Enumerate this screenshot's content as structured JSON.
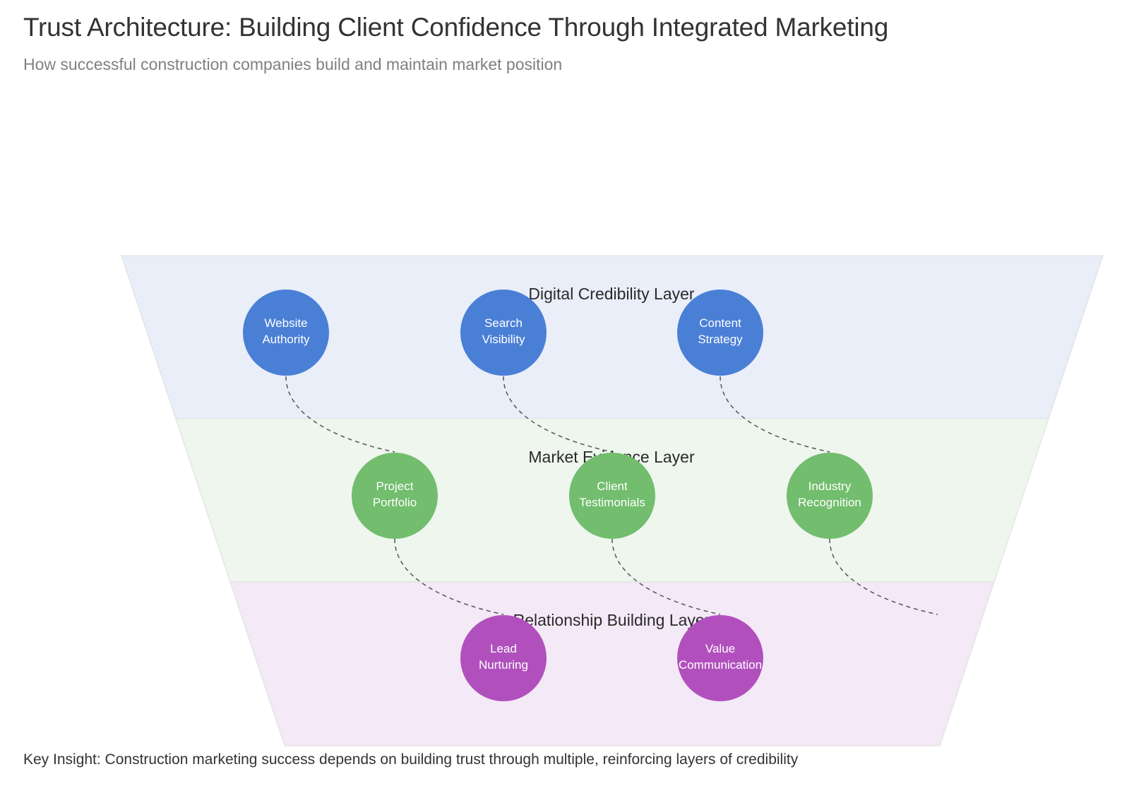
{
  "title": "Trust Architecture: Building Client Confidence Through Integrated Marketing",
  "subtitle": "How successful construction companies build and maintain market position",
  "footer": "Key Insight: Construction marketing success depends on building trust through multiple, reinforcing layers of credibility",
  "layers": [
    {
      "label": "Digital Credibility Layer",
      "fill": "#e9eef9",
      "node_color": "#4a7fd6",
      "nodes": [
        {
          "line1": "Website",
          "line2": "Authority"
        },
        {
          "line1": "Search",
          "line2": "Visibility"
        },
        {
          "line1": "Content",
          "line2": "Strategy"
        }
      ]
    },
    {
      "label": "Market Evidence Layer",
      "fill": "#eef6ee",
      "node_color": "#72bd6e",
      "nodes": [
        {
          "line1": "Project",
          "line2": "Portfolio"
        },
        {
          "line1": "Client",
          "line2": "Testimonials"
        },
        {
          "line1": "Industry",
          "line2": "Recognition"
        }
      ]
    },
    {
      "label": "Relationship Building Layer",
      "fill": "#f4e9f6",
      "node_color": "#b150bd",
      "nodes": [
        {
          "line1": "Lead",
          "line2": "Nurturing"
        },
        {
          "line1": "Value",
          "line2": "Communication"
        }
      ]
    }
  ],
  "connections": [
    {
      "from": "Website Authority",
      "to": "Project Portfolio"
    },
    {
      "from": "Search Visibility",
      "to": "Client Testimonials"
    },
    {
      "from": "Content Strategy",
      "to": "Industry Recognition"
    },
    {
      "from": "Project Portfolio",
      "to": "Lead Nurturing"
    },
    {
      "from": "Client Testimonials",
      "to": "Value Communication"
    },
    {
      "from": "Industry Recognition",
      "to": null
    }
  ]
}
